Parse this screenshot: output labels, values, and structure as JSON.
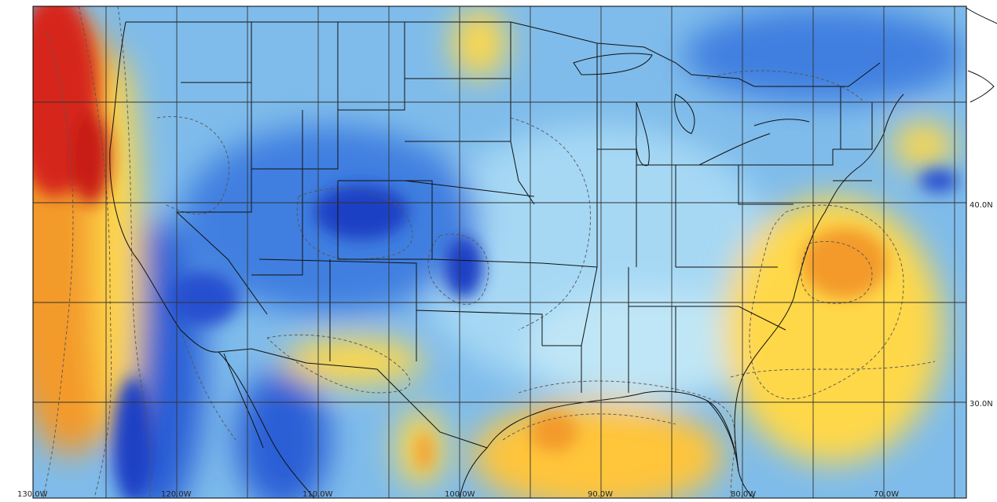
{
  "map": {
    "lon_labels": [
      "130.0W",
      "120.0W",
      "110.0W",
      "100.0W",
      "90.0W",
      "80.0W",
      "70.0W"
    ],
    "lat_labels": [
      "40.0N",
      "30.0N"
    ],
    "colors": {
      "deep_blue": "#1a3fc4",
      "blue": "#3f7fe0",
      "light_blue": "#8cc8f0",
      "pale_blue": "#bfe6f6",
      "yellow": "#ffd84a",
      "orange": "#f39a2a",
      "red": "#d6281c",
      "dark_red": "#b0100f"
    }
  }
}
